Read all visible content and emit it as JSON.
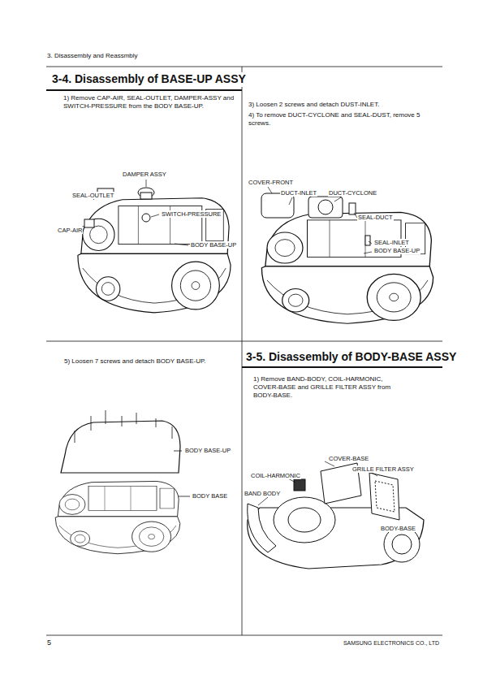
{
  "diagram": {
    "title": "3-4. Disassembly of BASE-UP ASSY",
    "labels": [
      "3. Disassembly and Reassmbly",
      "1) Remove CAP-AIR, SEAL-OUTLET, DAMPER-ASSY and SWITCH-PRESSURE from the BODY BASE-UP.",
      "DAMPER ASSY",
      "SEAL-OUTLET",
      "SWITCH-PRESSURE",
      "CAP-AIR",
      "BODY BASE-UP",
      "3) Loosen 2 screws and detach DUST-INLET.",
      "4) To remove DUCT-CYCLONE and SEAL-DUST, remove 5 screws.",
      "COVER-FRONT",
      "DUCT-INLET",
      "DUCT-CYCLONE",
      "SEAL-DUCT",
      "SEAL-INLET",
      "BODY BASE-UP",
      "5) Loosen 7 screws and detach BODY BASE-UP.",
      "3-5. Disassembly of BODY-BASE ASSY",
      "BODY BASE-UP",
      "BODY BASE",
      "1) Remove BAND-BODY, COIL-HARMONIC, COVER-BASE and GRILLE FILTER ASSY from BODY-BASE.",
      "COVER-BASE",
      "GRILLE FILTER ASSY",
      "COIL-HARMONIC",
      "BAND BODY",
      "BODY-BASE",
      "5",
      "SAMSUNG ELECTRONICS CO., LTD"
    ]
  }
}
